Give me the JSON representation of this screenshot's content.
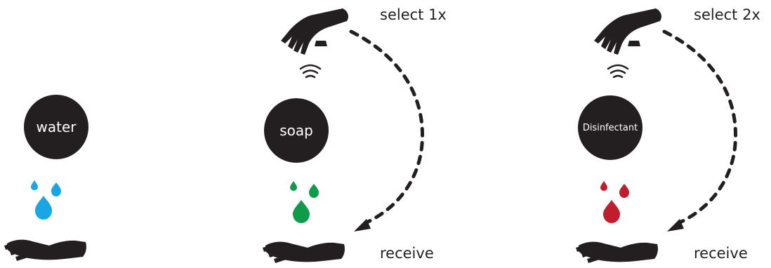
{
  "colors": {
    "dispenser": "#231f20",
    "water_drops": "#1aa6e3",
    "soap_drops": "#0f9b4a",
    "disinfectant_drops": "#be1e2d",
    "hand": "#231f20"
  },
  "panels": [
    {
      "label": "water",
      "drop_color": "water_drops"
    },
    {
      "label": "soap",
      "drop_color": "soap_drops",
      "select_text": "select 1x",
      "receive_text": "receive"
    },
    {
      "label": "Disinfectant",
      "drop_color": "disinfectant_drops",
      "select_text": "select 2x",
      "receive_text": "receive"
    }
  ],
  "icons": [
    "hand-above-icon",
    "wireless-signal-icon",
    "drops-icon",
    "open-hand-icon",
    "dashed-cycle-arrow"
  ]
}
